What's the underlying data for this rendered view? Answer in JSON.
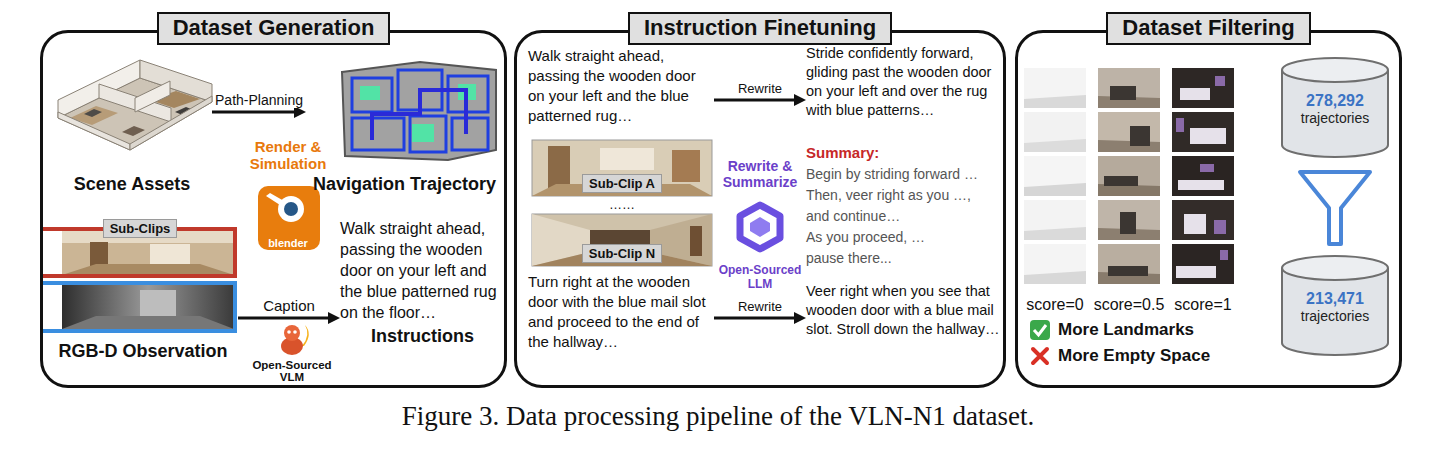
{
  "diagram": {
    "caption": "Figure 3. Data processing pipeline of the VLN-N1 dataset.",
    "nodes": [
      {
        "text": [
          "Dataset Generation"
        ]
      },
      {
        "text": [
          "Scene Assets"
        ],
        "in": 0
      },
      {
        "text": [
          "Navigation Trajectory"
        ],
        "in": 0
      },
      {
        "text": [
          "Render & Simulation",
          "blender"
        ],
        "in": 0
      },
      {
        "text": [
          "RGB-D Observation"
        ],
        "in": 0
      },
      {
        "text": [
          "Sub-Clips"
        ],
        "in": 4
      },
      {
        "text": [
          "Walk straight ahead, passing the wooden door on your left and the blue patterned rug on the floor…",
          "Instructions"
        ],
        "in": 0
      },
      {
        "text": [
          "Open-Sourced VLM"
        ],
        "in": 0
      },
      {
        "text": [
          "Instruction Finetuning"
        ]
      },
      {
        "text": [
          "Walk straight ahead, passing the wooden door on your left and the blue patterned rug…"
        ],
        "in": 8
      },
      {
        "text": [
          "Sub-Clip A"
        ],
        "in": 8
      },
      {
        "text": [
          "Sub-Clip N"
        ],
        "in": 8
      },
      {
        "text": [
          "Turn right at the wooden door with the blue mail slot and proceed to the end of the hallway…"
        ],
        "in": 8
      },
      {
        "text": [
          "Rewrite & Summarize",
          "Open-Sourced LLM"
        ],
        "in": 8
      },
      {
        "text": [
          "Stride confidently forward, gliding past the wooden door on your left and over the rug with blue patterns…"
        ],
        "in": 8
      },
      {
        "text": [
          "Summary:",
          "Begin by striding forward …",
          "Then, veer right as you …,",
          "and continue…",
          "As you proceed, …",
          "pause there..."
        ],
        "in": 8
      },
      {
        "text": [
          "Veer right when you see that wooden door with a blue mail slot. Stroll down the hallway…"
        ],
        "in": 8
      },
      {
        "text": [
          "Dataset Filtering"
        ]
      },
      {
        "text": [
          "score=0"
        ],
        "in": 17
      },
      {
        "text": [
          "score=0.5"
        ],
        "in": 17
      },
      {
        "text": [
          "score=1"
        ],
        "in": 17
      },
      {
        "text": [
          "278,292",
          "trajectories"
        ],
        "in": 17
      },
      {
        "text": [
          "213,471",
          "trajectories"
        ],
        "in": 17
      }
    ],
    "edges": [
      {
        "from": 1,
        "to": 2,
        "label": "Path-Planning",
        "arrow": "to"
      },
      {
        "from": 4,
        "to": 6,
        "label": "Caption",
        "arrow": "to"
      },
      {
        "from": 9,
        "to": 14,
        "label": "Rewrite",
        "arrow": "to"
      },
      {
        "from": 12,
        "to": 16,
        "label": "Rewrite",
        "arrow": "to"
      }
    ],
    "labels": [
      "……"
    ],
    "legend": [
      {
        "text": "More Landmarks"
      },
      {
        "text": "More Empty Space"
      }
    ]
  }
}
